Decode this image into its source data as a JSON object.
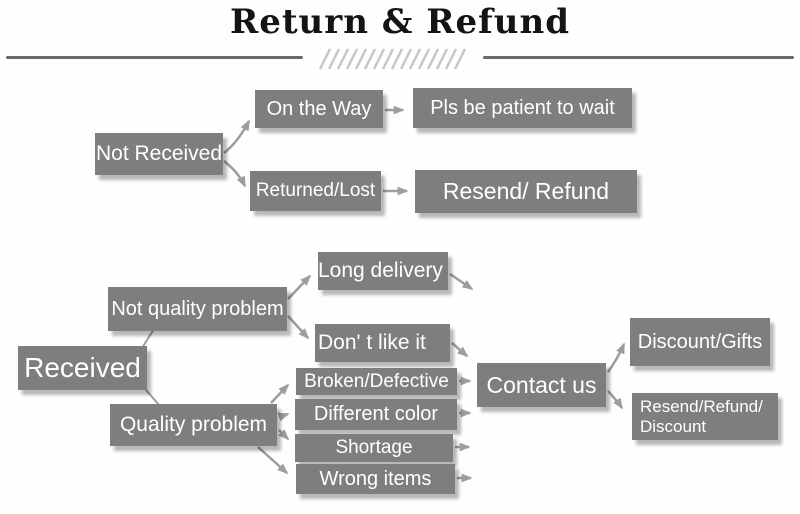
{
  "title": "Return & Refund",
  "nodes": {
    "not_received": "Not Received",
    "on_the_way": "On the Way",
    "pls_wait": "Pls be patient to wait",
    "returned_lost": "Returned/Lost",
    "resend_refund": "Resend/ Refund",
    "received": "Received",
    "not_quality_problem": "Not quality problem",
    "long_delivery": "Long delivery",
    "dont_like_it": "Don' t like it",
    "quality_problem": "Quality problem",
    "broken_defective": "Broken/Defective",
    "different_color": "Different color",
    "shortage": "Shortage",
    "wrong_items": "Wrong items",
    "contact_us": "Contact us",
    "discount_gifts": "Discount/Gifts",
    "resend_refund_discount": "Resend/Refund/ Discount"
  },
  "colors": {
    "box_fill": "#7e7e7e",
    "box_text": "#ffffff",
    "connector": "#9d9d9d",
    "title_text": "#141414",
    "divider": "#6a6a6a",
    "hatch": "#c6c6c6",
    "background": "#fefefe"
  }
}
